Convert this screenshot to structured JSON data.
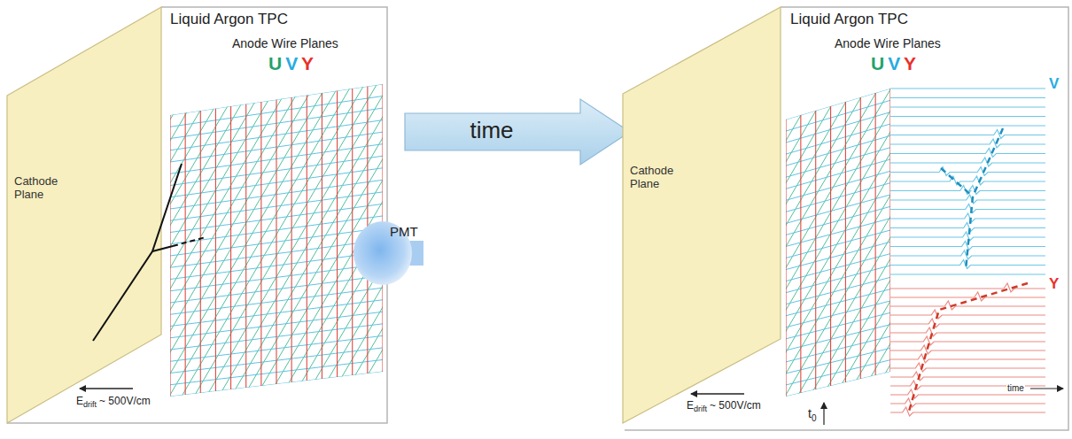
{
  "diagram": {
    "nodes": [
      {
        "text": [
          "Liquid Argon TPC"
        ]
      },
      {
        "text": [
          "Cathode Plane"
        ],
        "in": 0
      },
      {
        "text": [
          "PMT"
        ]
      },
      {
        "text": [
          "time"
        ]
      },
      {
        "text": [
          "Liquid Argon TPC"
        ]
      },
      {
        "text": [
          "Cathode Plane"
        ],
        "in": 4
      }
    ],
    "labels": [
      "Anode Wire Planes",
      "U",
      "V",
      "Y",
      "E",
      "drift",
      "~ 500V/cm",
      "Anode Wire Planes",
      "U",
      "V",
      "Y",
      "E",
      "drift",
      "~ 500V/cm",
      "V",
      "Y",
      "time",
      "t",
      "0"
    ]
  }
}
